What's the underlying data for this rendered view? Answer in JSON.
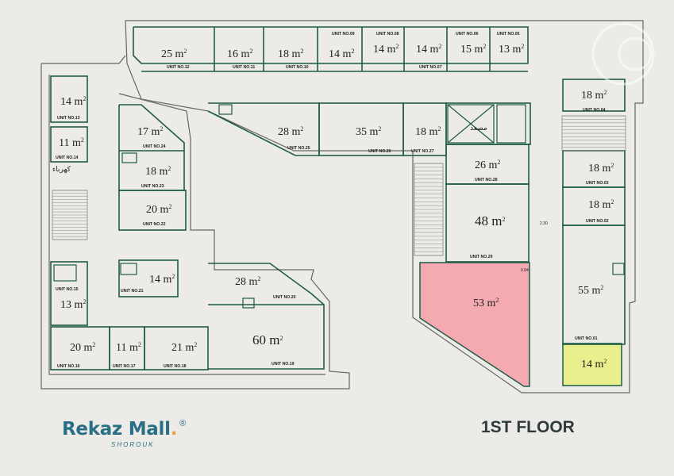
{
  "brand": {
    "name": "Rekaz Mall",
    "dot": ".",
    "reg": "®",
    "subtitle": "SHOROUK"
  },
  "floor_title": "1ST FLOOR",
  "electric_label": "كهرباء",
  "elevator_label": "مصعد",
  "dim_a": "2.30",
  "dim_b": "0.94",
  "sqm_unit": "m",
  "units": [
    {
      "area": "25",
      "label": "UNIT NO.12"
    },
    {
      "area": "16",
      "label": "UNIT NO.11"
    },
    {
      "area": "18",
      "label": "UNIT NO.10"
    },
    {
      "area": "14",
      "label": "UNIT NO.09"
    },
    {
      "area": "14",
      "label": "UNIT NO.08"
    },
    {
      "area": "14",
      "label": "UNIT NO.07"
    },
    {
      "area": "15",
      "label": "UNIT NO.06"
    },
    {
      "area": "13",
      "label": "UNIT NO.05"
    },
    {
      "area": "18",
      "label": "UNIT NO.04"
    },
    {
      "area": "14",
      "label": "UNIT NO.13"
    },
    {
      "area": "11",
      "label": "UNIT NO.14"
    },
    {
      "area": "17",
      "label": "UNIT NO.24"
    },
    {
      "area": "18",
      "label": "UNIT NO.23"
    },
    {
      "area": "20",
      "label": "UNIT NO.22"
    },
    {
      "area": "28",
      "label": "UNIT NO.25"
    },
    {
      "area": "35",
      "label": "UNIT NO.26"
    },
    {
      "area": "18",
      "label": "UNIT NO.27"
    },
    {
      "area": "26",
      "label": "UNIT NO.28"
    },
    {
      "area": "48",
      "label": "UNIT NO.29"
    },
    {
      "area": "18",
      "label": "UNIT NO.03"
    },
    {
      "area": "18",
      "label": "UNIT NO.02"
    },
    {
      "area": "55",
      "label": "UNIT NO.01"
    },
    {
      "area": "14",
      "label": "UNIT NO.21"
    },
    {
      "area": "28",
      "label": "UNIT NO.20"
    },
    {
      "area": "60",
      "label": "UNIT NO.19"
    },
    {
      "area": "13",
      "label": "UNIT NO.15"
    },
    {
      "area": "20",
      "label": "UNIT NO.16"
    },
    {
      "area": "11",
      "label": "UNIT NO.17"
    },
    {
      "area": "21",
      "label": "UNIT NO.18"
    },
    {
      "area": "53",
      "label": ""
    },
    {
      "area": "14",
      "label": ""
    }
  ],
  "colors": {
    "wall": "#1f5c45",
    "highlight_pink": "#f5a9b0",
    "highlight_yellow": "#e9ef8c",
    "outline": "#555555"
  }
}
